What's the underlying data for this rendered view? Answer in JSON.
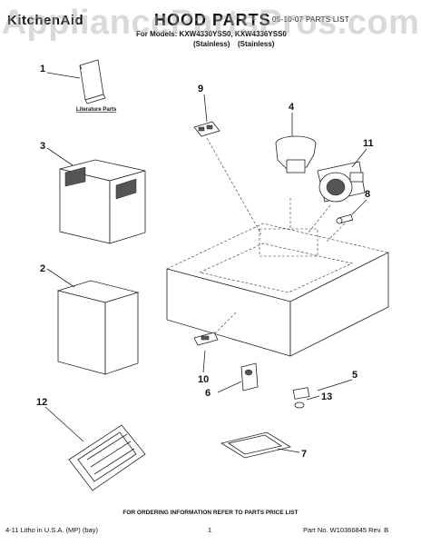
{
  "header": {
    "brand": "KitchenAid",
    "title": "HOOD PARTS",
    "warranty_note": "05-10-07 PARTS LIST",
    "models_line": "For Models: KXW4330YSS0, KXW4336YSS0",
    "model_finish_1": "(Stainless)",
    "model_finish_2": "(Stainless)"
  },
  "watermark": "AppliancePartsPros.com",
  "diagram": {
    "literature_label": "Literature Parts",
    "callouts": [
      "1",
      "2",
      "3",
      "4",
      "5",
      "6",
      "7",
      "8",
      "9",
      "10",
      "11",
      "12",
      "13"
    ]
  },
  "footer": {
    "ordering_note": "FOR ORDERING INFORMATION REFER TO PARTS PRICE LIST",
    "litho": "4-11 Litho in U.S.A. (MP) (bay)",
    "page_number": "1",
    "part_number": "Part No. W10366845 Rev. B"
  }
}
